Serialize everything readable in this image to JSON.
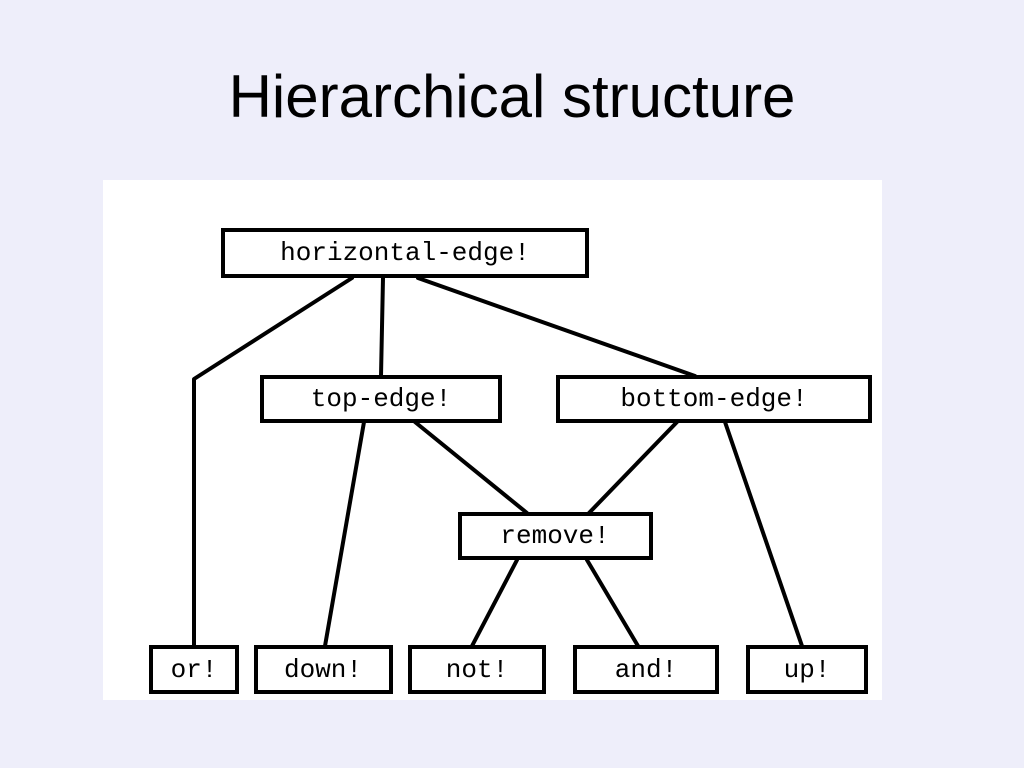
{
  "slide": {
    "title": "Hierarchical structure"
  },
  "diagram": {
    "nodes": {
      "horizontal_edge": "horizontal-edge!",
      "top_edge": "top-edge!",
      "bottom_edge": "bottom-edge!",
      "remove": "remove!",
      "or": "or!",
      "down": "down!",
      "not": "not!",
      "and": "and!",
      "up": "up!"
    },
    "edges": [
      [
        "horizontal-edge!",
        "or!"
      ],
      [
        "horizontal-edge!",
        "top-edge!"
      ],
      [
        "horizontal-edge!",
        "bottom-edge!"
      ],
      [
        "top-edge!",
        "down!"
      ],
      [
        "top-edge!",
        "remove!"
      ],
      [
        "bottom-edge!",
        "remove!"
      ],
      [
        "bottom-edge!",
        "up!"
      ],
      [
        "remove!",
        "not!"
      ],
      [
        "remove!",
        "and!"
      ]
    ]
  }
}
